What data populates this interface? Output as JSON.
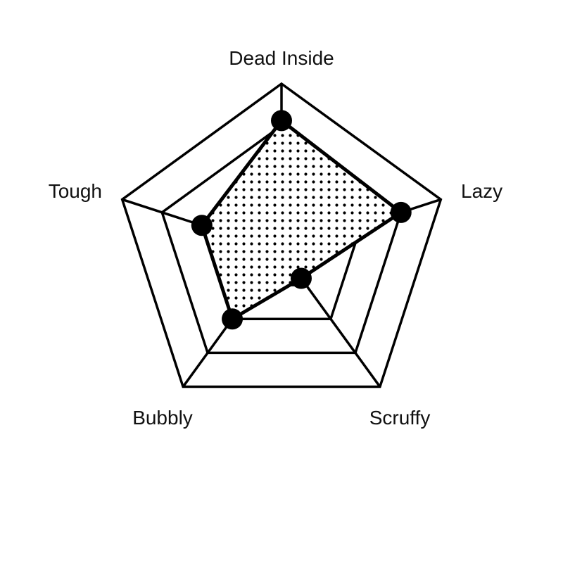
{
  "chart_data": {
    "type": "radar",
    "axes": [
      "Dead Inside",
      "Lazy",
      "Scruffy",
      "Bubbly",
      "Tough"
    ],
    "series": [
      {
        "values": [
          0.78,
          0.75,
          0.2,
          0.5,
          0.5
        ]
      }
    ],
    "range": [
      0,
      1
    ],
    "grid_levels": [
      0.25,
      0.5,
      0.75,
      1.0
    ],
    "grid": true,
    "legend": "none",
    "colors": {
      "stroke": "#000000",
      "fill_pattern": "dots",
      "background": "#ffffff"
    }
  }
}
